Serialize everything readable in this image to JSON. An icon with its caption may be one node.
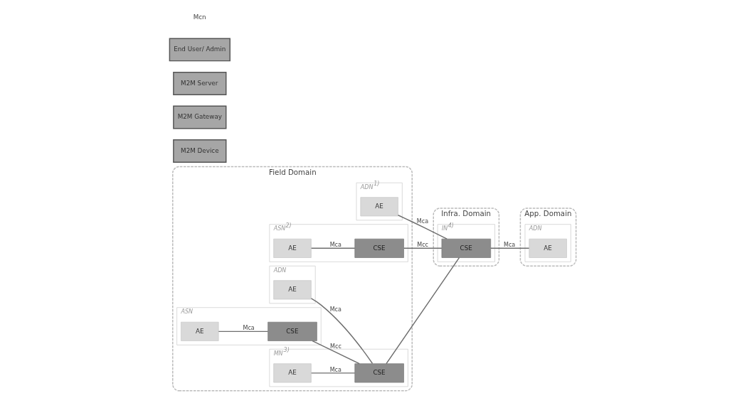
{
  "diagram": {
    "nodes": [
      {
        "text": [
          "Field Domain"
        ]
      },
      {
        "text": [
          "ADN$^{1)}$"
        ],
        "in": 0
      },
      {
        "text": [
          "AE"
        ],
        "in": 1
      },
      {
        "text": [
          "ASN$^{2)}$"
        ],
        "in": 0
      },
      {
        "text": [
          "AE"
        ],
        "in": 3
      },
      {
        "text": [
          "CSE"
        ],
        "in": 3
      },
      {
        "text": [
          "ADN"
        ],
        "in": 0
      },
      {
        "text": [
          "AE"
        ],
        "in": 6
      },
      {
        "text": [
          "ASN"
        ],
        "in": 0
      },
      {
        "text": [
          "AE"
        ],
        "in": 8
      },
      {
        "text": [
          "CSE"
        ],
        "in": 8
      },
      {
        "text": [
          "MN$^{3)}$"
        ],
        "in": 0
      },
      {
        "text": [
          "AE"
        ],
        "in": 11
      },
      {
        "text": [
          "CSE"
        ],
        "in": 11
      },
      {
        "text": [
          "Infra. Domain"
        ]
      },
      {
        "text": [
          "IN$^{4)}$"
        ],
        "in": 14
      },
      {
        "text": [
          "CSE"
        ],
        "in": 15
      },
      {
        "text": [
          "App. Domain"
        ]
      },
      {
        "text": [
          "ADN"
        ],
        "in": 17
      },
      {
        "text": [
          "AE"
        ],
        "in": 18
      },
      {
        "text": [
          "M2M Device"
        ]
      },
      {
        "text": [
          "M2M Gateway"
        ]
      },
      {
        "text": [
          "M2M Server"
        ]
      },
      {
        "text": [
          "End User/ Admin"
        ]
      }
    ],
    "edges": [
      {
        "from": 2,
        "to": 16,
        "arrow": "none",
        "label": "Mca"
      },
      {
        "from": 4,
        "to": 5,
        "arrow": "none",
        "label": "Mca"
      },
      {
        "from": 5,
        "to": 16,
        "arrow": "none",
        "label": "Mcc"
      },
      {
        "from": 7,
        "to": 13,
        "arrow": "none",
        "label": "Mca"
      },
      {
        "from": 9,
        "to": 10,
        "arrow": "none",
        "label": "Mca"
      },
      {
        "from": 10,
        "to": 13,
        "arrow": "none",
        "label": "Mcc"
      },
      {
        "from": 12,
        "to": 13,
        "arrow": "none",
        "label": "Mca"
      },
      {
        "from": 13,
        "to": 16,
        "arrow": "none"
      },
      {
        "from": 16,
        "to": 19,
        "arrow": "none",
        "label": "Mca"
      }
    ],
    "labels": [
      "Mcn"
    ]
  }
}
